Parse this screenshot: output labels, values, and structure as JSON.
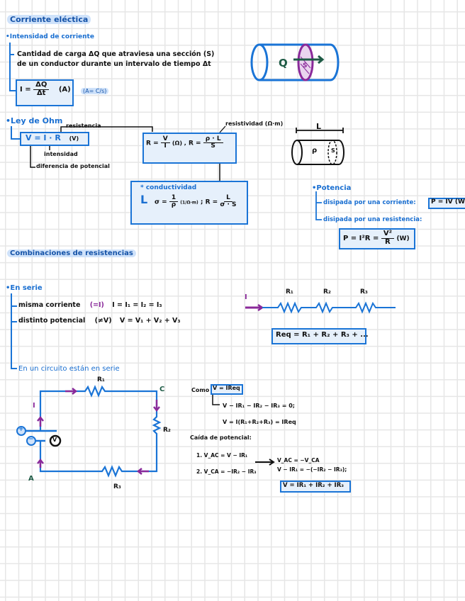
{
  "section1": {
    "title": "Corriente eléctica",
    "subtitle": "Intensidad de corriente",
    "definition_line1": "Cantidad de carga ΔQ que atraviesa una sección (S)",
    "definition_line2": "de un conductor durante un intervalo de tiempo Δt",
    "formula_lhs": "I =",
    "formula_num": "ΔQ",
    "formula_den": "Δt",
    "formula_unit": "(A)",
    "unit_note": "(A= C/s)",
    "cylinder_charge": "Q",
    "cylinder_section": "S"
  },
  "ohm": {
    "title": "Ley de Ohm",
    "formula": "V = I · R",
    "unit": "(V)",
    "label_resistencia": "resistencia",
    "label_intensidad": "intensidad",
    "label_diferencia": "diferencia de potencial",
    "label_resistividad": "resistividad (Ω·m)",
    "r_formula_lhs": "R =",
    "r_formula_num": "V",
    "r_formula_den": "I",
    "r_formula_unit": "(Ω) ,",
    "r2_lhs": "R =",
    "r2_num": "ρ · L",
    "r2_den": "S",
    "conductivity_title": "conductividad",
    "sigma_lhs": "σ =",
    "sigma_num": "1",
    "sigma_den": "ρ",
    "sigma_unit": "(1/Ω·m)",
    "r3_lhs": "; R =",
    "r3_num": "L",
    "r3_den": "σ · S",
    "wire_length": "L",
    "wire_rho": "ρ",
    "wire_section": "S"
  },
  "power": {
    "title": "Potencia",
    "line1": "disipada por una corriente:",
    "formula1": "P = IV (W)",
    "line2": "disipada por una resistencia:",
    "formula2_lhs": "P = I²R =",
    "formula2_num": "V²",
    "formula2_den": "R",
    "formula2_unit": "(W)"
  },
  "section2": {
    "title": "Combinaciones de resistencias",
    "serie_title": "En serie",
    "item1_label": "misma corriente",
    "item1_symbol": "(=I)",
    "item1_formula": "I = I₁ = I₂ = I₃",
    "item2_label": "distinto potencial",
    "item2_symbol": "(≠V)",
    "item2_formula": "V = V₁ + V₂ + V₃",
    "series_current": "I",
    "series_r1": "R₁",
    "series_r2": "R₂",
    "series_r3": "R₃",
    "req_formula": "Req = R₁ + R₂ + R₃ + ...",
    "circuit_title": "En un circuito están en serie"
  },
  "circuit": {
    "r1": "R₁",
    "r2": "R₂",
    "r3": "R₃",
    "node_a": "A",
    "node_c": "C",
    "current": "I",
    "source": "V",
    "plus": "+",
    "minus": "−"
  },
  "analysis": {
    "como": "Como",
    "como_formula": "V = IReq",
    "line1": "V − IR₁ − IR₂ − IR₃ = 0;",
    "line2": "V = I(R₁+R₂+R₃) = IReq",
    "caida": "Caída de potencial:",
    "step1": "1.  V_AC = V − IR₁",
    "step2": "2.  V_CA = −IR₂ − IR₃",
    "arrow_res1": "V_AC = −V_CA",
    "arrow_res2": "V − IR₁ = −(−IR₂ − IR₃);",
    "final": "V = IR₁ + IR₂ + IR₃"
  }
}
